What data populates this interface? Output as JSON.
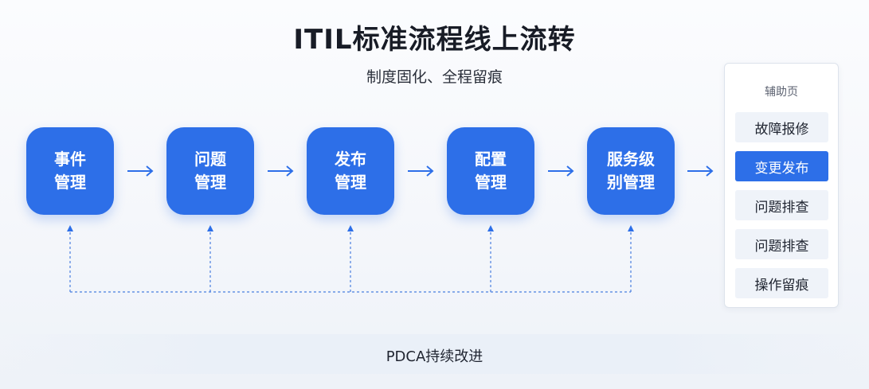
{
  "title": "ITIL标准流程线上流转",
  "subtitle": "制度固化、全程留痕",
  "process_steps": [
    {
      "label": "事件\n管理"
    },
    {
      "label": "问题\n管理"
    },
    {
      "label": "发布\n管理"
    },
    {
      "label": "配置\n管理"
    },
    {
      "label": "服务级\n别管理"
    }
  ],
  "side_panel": {
    "title": "辅助页",
    "items": [
      {
        "label": "故障报修",
        "active": false
      },
      {
        "label": "变更发布",
        "active": true
      },
      {
        "label": "问题排查",
        "active": false
      },
      {
        "label": "问题排查",
        "active": false
      },
      {
        "label": "操作留痕",
        "active": false
      }
    ]
  },
  "footer": "PDCA持续改进",
  "colors": {
    "primary": "#2d6fe8",
    "panel_item_bg": "#eff3f9",
    "dashed_line": "#4a7fe0"
  }
}
